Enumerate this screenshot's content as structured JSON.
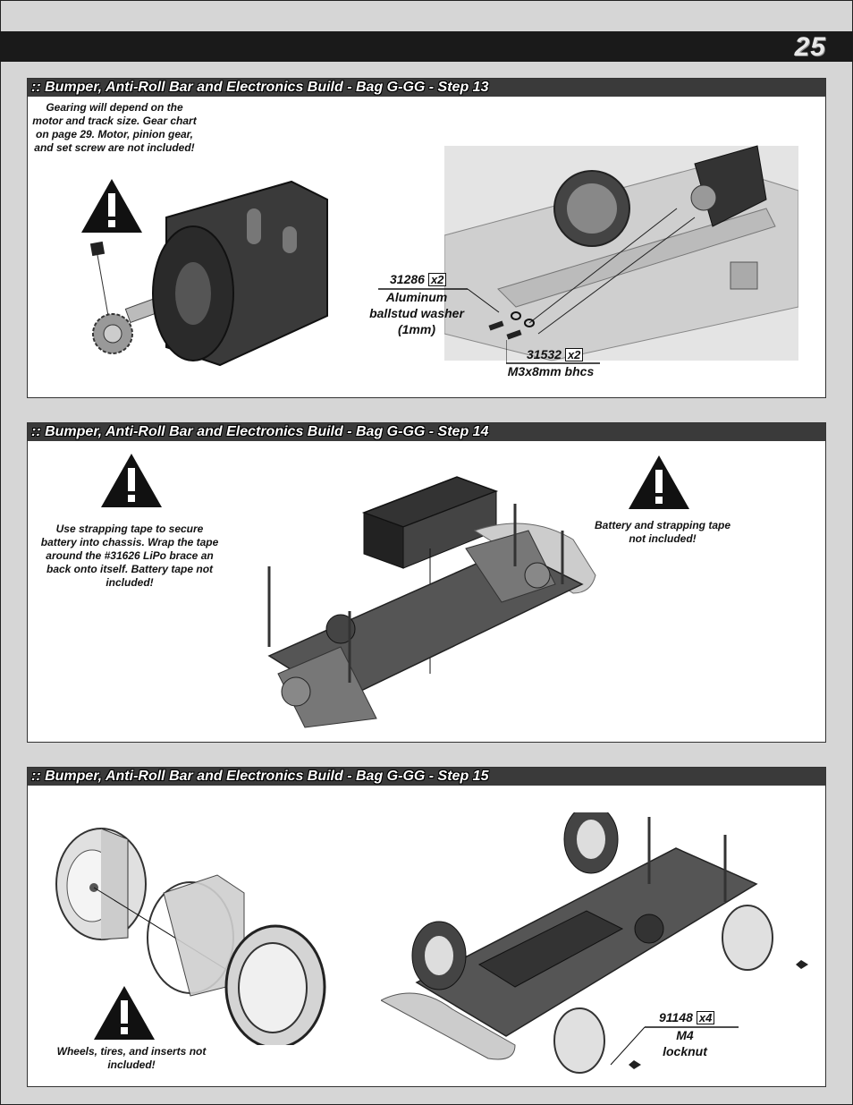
{
  "page": {
    "number": "25"
  },
  "steps": [
    {
      "title": ":: Bumper, Anti-Roll Bar and Electronics Build - Bag G-GG - Step 13",
      "note": "Gearing will depend on the motor and track size. Gear chart on page 29. Motor, pinion gear, and set screw are not included!",
      "parts": [
        {
          "number": "31286",
          "qty": "x2",
          "name": "Aluminum ballstud washer (1mm)"
        },
        {
          "number": "31532",
          "qty": "x2",
          "name": "M3x8mm bhcs"
        }
      ]
    },
    {
      "title": ":: Bumper, Anti-Roll Bar and Electronics Build - Bag G-GG - Step 14",
      "note_left": "Use strapping tape to secure battery into chassis. Wrap the tape around the #31626 LiPo brace an back onto itself. Battery tape not included!",
      "note_right": "Battery and strapping tape not included!"
    },
    {
      "title": ":: Bumper, Anti-Roll Bar and Electronics Build - Bag G-GG - Step 15",
      "note": "Wheels, tires, and inserts not included!",
      "parts": [
        {
          "number": "91148",
          "qty": "x4",
          "name": "M4 locknut"
        }
      ]
    }
  ],
  "icons": {
    "warning": "warning-triangle-icon"
  },
  "colors": {
    "bar": "#1a1a1a",
    "panel_head": "#3a3a3a",
    "background": "#d6d6d6"
  }
}
